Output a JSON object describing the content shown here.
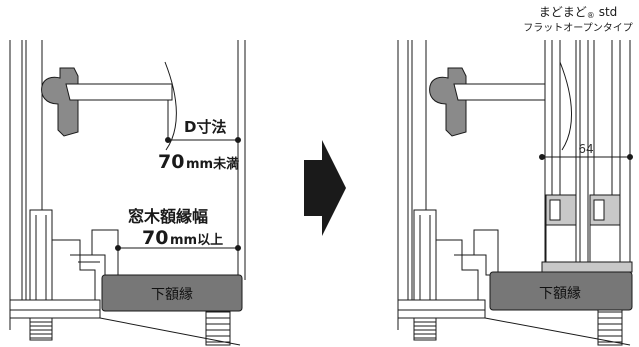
{
  "left_panel": {
    "d_dimension_label": "D寸法",
    "d_value": "70",
    "d_unit": "mm未満",
    "frame_width_label": "窓木額縁幅",
    "frame_value": "70",
    "frame_unit": "mm以上",
    "sill_label": "下額縁"
  },
  "right_panel": {
    "product_name": "まどまど",
    "product_registered": "®",
    "product_variant": "std",
    "product_subtitle": "フラットオープンタイプ",
    "dimension_value": "64",
    "sill_label": "下額縁"
  },
  "colors": {
    "line": "#1a1a1a",
    "sill_fill": "#777777",
    "arrow_fill": "#1a1a1a",
    "handle_fill": "#8a8a8a",
    "panel_fill": "#c8c8c8"
  },
  "icons": {
    "direction_arrow": "right-arrow-icon"
  }
}
